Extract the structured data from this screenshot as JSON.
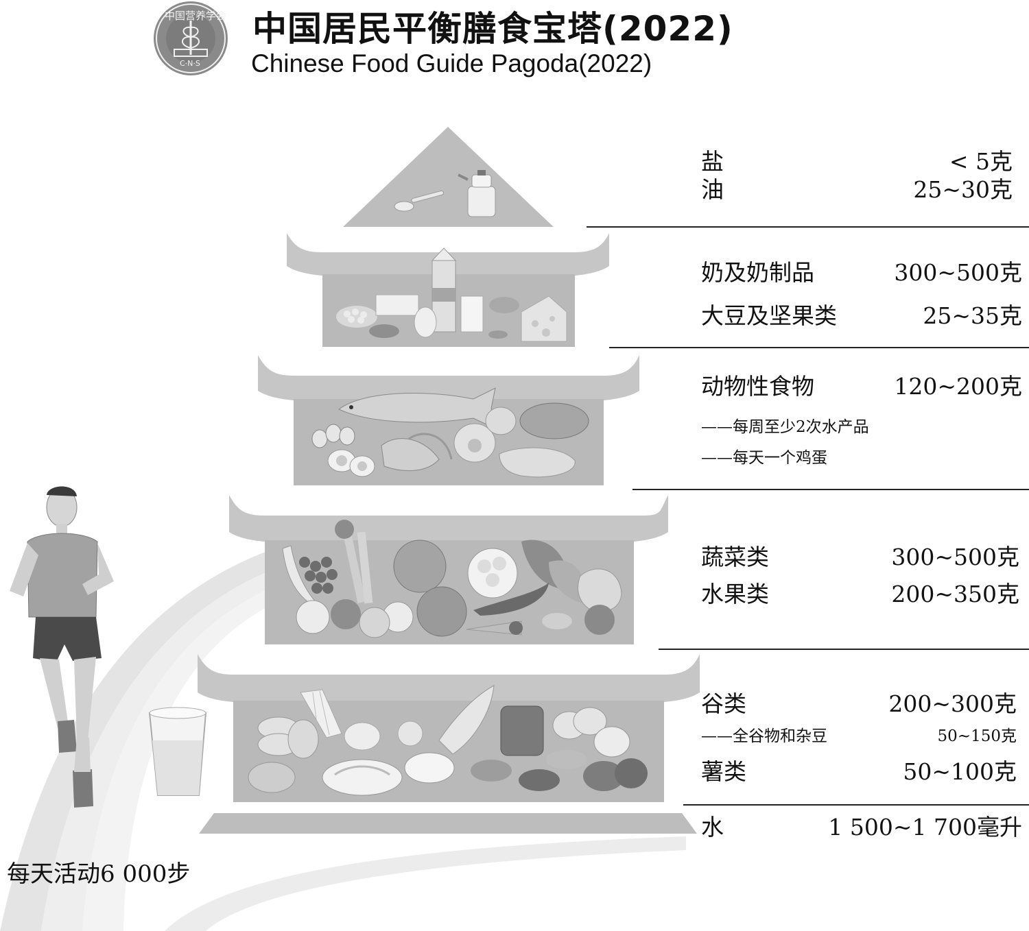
{
  "header": {
    "title_zh": "中国居民平衡膳食宝塔(2022)",
    "title_en": "Chinese Food Guide Pagoda(2022)",
    "logo": {
      "ring_text": "中国营养学会",
      "abbr": "C·N·S",
      "icon": "wheat-emblem-icon"
    }
  },
  "tiers": {
    "salt_oil": {
      "items": [
        {
          "label": "盐",
          "amount": "< 5克"
        },
        {
          "label": "油",
          "amount": "25~30克"
        }
      ],
      "foods": [
        "salt-spoon-icon",
        "oil-pot-icon"
      ]
    },
    "dairy_soy": {
      "items": [
        {
          "label": "奶及奶制品",
          "amount": "300~500克"
        },
        {
          "label": "大豆及坚果类",
          "amount": "25~35克"
        }
      ],
      "foods": [
        "soybeans-icon",
        "tofu-icon",
        "milk-carton-icon",
        "milk-glass-icon",
        "nuts-icon",
        "cheese-icon"
      ]
    },
    "animal": {
      "items": [
        {
          "label": "动物性食物",
          "amount": "120~200克"
        }
      ],
      "notes": [
        "——每周至少2次水产品",
        "——每天一个鸡蛋"
      ],
      "foods": [
        "fish-icon",
        "quail-eggs-icon",
        "egg-icon",
        "shrimp-icon",
        "scallop-icon",
        "meat-icon",
        "chicken-leg-icon"
      ]
    },
    "veg_fruit": {
      "items": [
        {
          "label": "蔬菜类",
          "amount": "300~500克"
        },
        {
          "label": "水果类",
          "amount": "200~350克"
        }
      ],
      "foods": [
        "banana-icon",
        "grapes-icon",
        "celery-icon",
        "cabbage-icon",
        "cauliflower-icon",
        "leafy-greens-icon",
        "pepper-icon",
        "apple-icon",
        "orange-icon",
        "tomato-icon",
        "carrot-icon"
      ]
    },
    "grains": {
      "items": [
        {
          "label": "谷类",
          "amount": "200~300克"
        },
        {
          "label": "薯类",
          "amount": "50~100克"
        }
      ],
      "notes": [
        {
          "label": "——全谷物和杂豆",
          "amount": "50~150克"
        }
      ],
      "foods": [
        "bread-rolls-icon",
        "noodles-icon",
        "dumplings-icon",
        "corn-icon",
        "rice-bowl-icon",
        "whole-wheat-bread-icon",
        "beans-icon",
        "potato-icon",
        "sweet-potato-icon"
      ]
    },
    "water": {
      "label": "水",
      "amount": "1 500~1 700毫升",
      "foods": [
        "water-glass-icon"
      ]
    }
  },
  "activity": {
    "label": "每天活动6 000步",
    "icons": [
      "runner-icon",
      "running-track-icon"
    ]
  },
  "colors": {
    "pagoda_fill": "#b9b9b9",
    "pagoda_roof": "#c4c4c4",
    "rule": "#222222",
    "track": "#e6e6e6"
  }
}
